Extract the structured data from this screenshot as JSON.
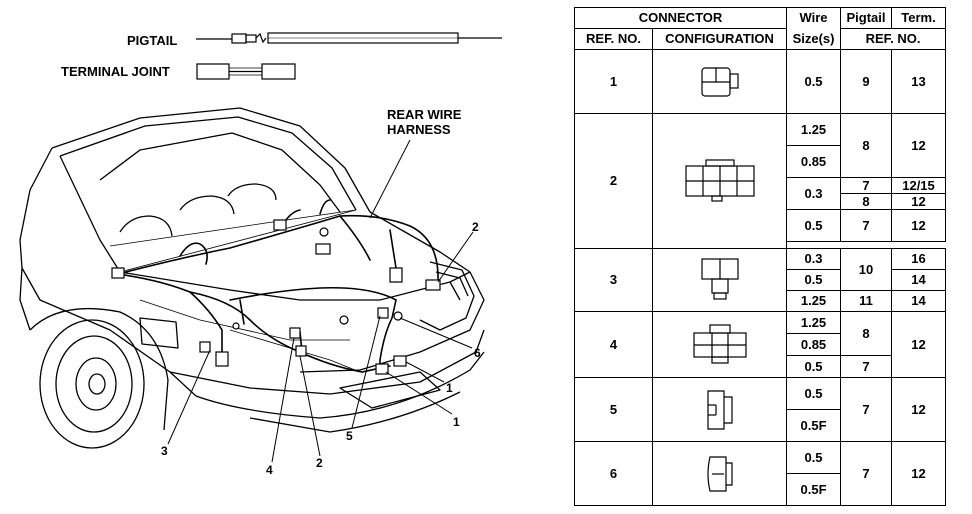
{
  "legend": {
    "pigtail_label": "PIGTAIL",
    "terminal_joint_label": "TERMINAL JOINT"
  },
  "diagram": {
    "harness_label_line1": "REAR WIRE",
    "harness_label_line2": "HARNESS",
    "callouts": [
      "1",
      "1",
      "2",
      "2",
      "3",
      "4",
      "5",
      "6"
    ]
  },
  "table": {
    "header": {
      "connector": "CONNECTOR",
      "wire": "Wire",
      "size": "Size(s)",
      "pigtail": "Pigtail",
      "term": "Term.",
      "ref_no": "REF. NO.",
      "configuration": "CONFIGURATION",
      "ref_no_2": "REF. NO."
    },
    "rows": [
      {
        "ref": "1",
        "config_icon": "connector-1-icon",
        "sub": [
          {
            "wire": "0.5",
            "pigtail": "9",
            "term": "13"
          }
        ]
      },
      {
        "ref": "2",
        "config_icon": "connector-2-icon",
        "sub": [
          {
            "wire": "1.25",
            "pigtail": "8",
            "term": "12"
          },
          {
            "wire": "0.85"
          },
          {
            "wire": "0.3",
            "pigtail": "7",
            "term": "12/15"
          },
          {
            "pigtail": "8",
            "term": "12"
          },
          {
            "wire": "0.5",
            "pigtail": "7",
            "term": "12"
          }
        ]
      },
      {
        "ref": "3",
        "config_icon": "connector-3-icon",
        "sub": [
          {
            "wire": "0.3",
            "pigtail": "10",
            "term": "16"
          },
          {
            "wire": "0.5",
            "term": "14"
          },
          {
            "wire": "1.25",
            "pigtail": "11",
            "term": "14"
          }
        ]
      },
      {
        "ref": "4",
        "config_icon": "connector-4-icon",
        "sub": [
          {
            "wire": "1.25",
            "pigtail": "8",
            "term": "12"
          },
          {
            "wire": "0.85"
          },
          {
            "wire": "0.5",
            "pigtail": "7"
          }
        ]
      },
      {
        "ref": "5",
        "config_icon": "connector-5-icon",
        "sub": [
          {
            "wire": "0.5",
            "pigtail": "7",
            "term": "12"
          },
          {
            "wire": "0.5F"
          }
        ]
      },
      {
        "ref": "6",
        "config_icon": "connector-6-icon",
        "sub": [
          {
            "wire": "0.5",
            "pigtail": "7",
            "term": "12"
          },
          {
            "wire": "0.5F"
          }
        ]
      }
    ]
  }
}
